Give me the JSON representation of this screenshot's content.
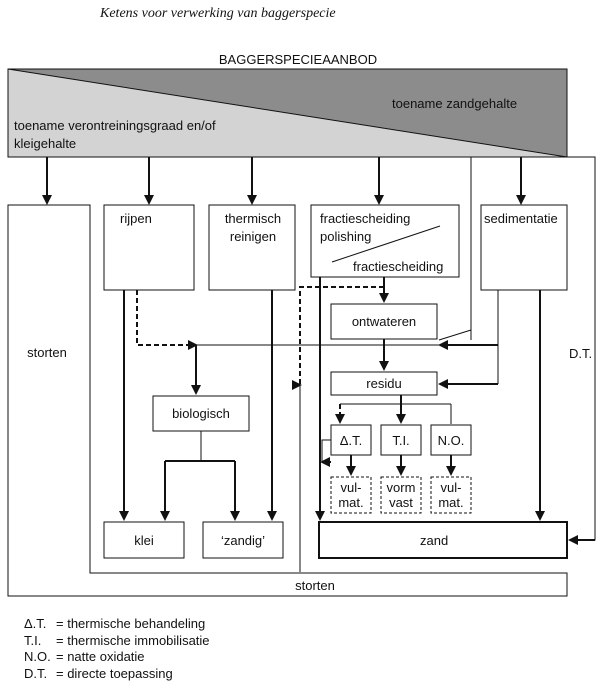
{
  "title": "Ketens voor verwerking van baggerspecie",
  "supply_label": "BAGGERSPECIEAANBOD",
  "wedge": {
    "sand_label": "toename zandgehalte",
    "pollution_label_line1": "toename verontreiningsgraad en/of",
    "pollution_label_line2": "kleigehalte",
    "light_color": "#d3d3d3",
    "dark_color": "#8c8c8c"
  },
  "nodes": {
    "storten_left": "storten",
    "rijpen": "rijpen",
    "thermisch_line1": "thermisch",
    "thermisch_line2": "reinigen",
    "fractie_line1": "fractiescheiding",
    "fractie_line2": "polishing",
    "fractie_line3": "fractiescheiding",
    "sedimentatie": "sedimentatie",
    "ontwateren": "ontwateren",
    "residu": "residu",
    "biologisch": "biologisch",
    "dt_box": "Δ.T.",
    "ti_box": "T.I.",
    "no_box": "N.O.",
    "vulmat1_line1": "vul-",
    "vulmat1_line2": "mat.",
    "vormvast_line1": "vorm",
    "vormvast_line2": "vast",
    "vulmat2_line1": "vul-",
    "vulmat2_line2": "mat.",
    "klei": "klei",
    "zandig": "‘zandig’",
    "zand": "zand",
    "storten_bottom": "storten",
    "dt_side_label": "D.T."
  },
  "legend": [
    {
      "abbr": "Δ.T.",
      "text": "= thermische behandeling"
    },
    {
      "abbr": "T.I.",
      "text": "= thermische immobilisatie"
    },
    {
      "abbr": "N.O.",
      "text": "= natte oxidatie"
    },
    {
      "abbr": "D.T.",
      "text": "= directe toepassing"
    }
  ]
}
